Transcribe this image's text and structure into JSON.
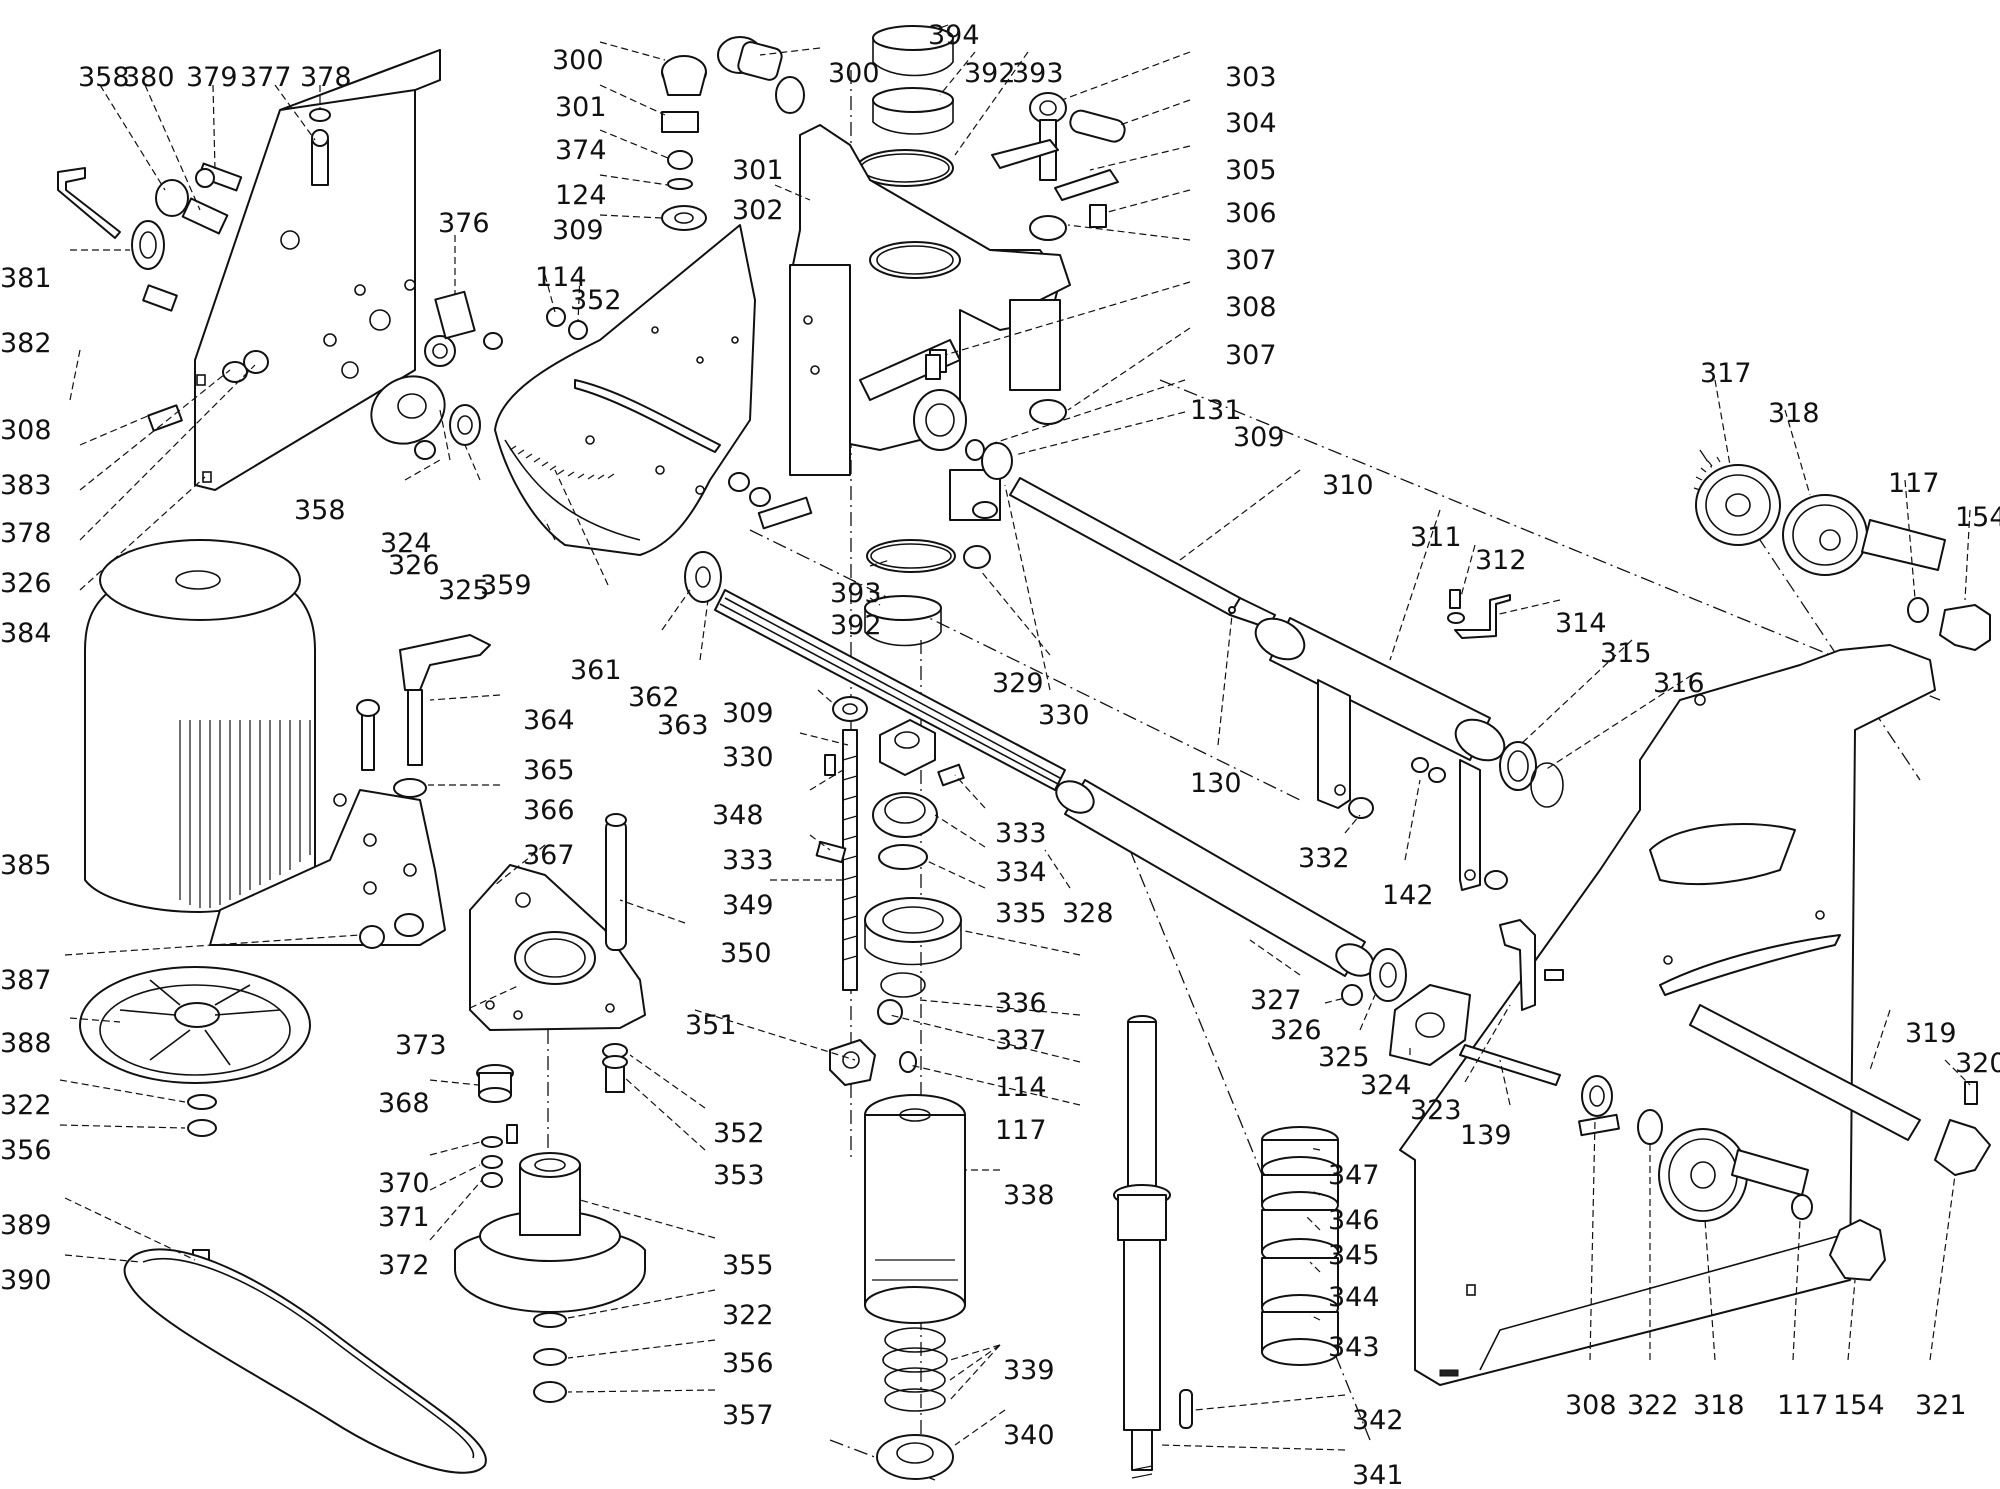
{
  "diagram": {
    "description_visible": false,
    "labels": [
      {
        "id": "l358a",
        "text": "358"
      },
      {
        "id": "l380",
        "text": "380"
      },
      {
        "id": "l379",
        "text": "379"
      },
      {
        "id": "l377",
        "text": "377"
      },
      {
        "id": "l378a",
        "text": "378"
      },
      {
        "id": "l381",
        "text": "381"
      },
      {
        "id": "l382",
        "text": "382"
      },
      {
        "id": "l308a",
        "text": "308"
      },
      {
        "id": "l383",
        "text": "383"
      },
      {
        "id": "l378b",
        "text": "378"
      },
      {
        "id": "l326a",
        "text": "326"
      },
      {
        "id": "l384",
        "text": "384"
      },
      {
        "id": "l376",
        "text": "376"
      },
      {
        "id": "l114a",
        "text": "114"
      },
      {
        "id": "l352a",
        "text": "352"
      },
      {
        "id": "l358b",
        "text": "358"
      },
      {
        "id": "l324a",
        "text": "324"
      },
      {
        "id": "l326b",
        "text": "326"
      },
      {
        "id": "l325a",
        "text": "325"
      },
      {
        "id": "l359",
        "text": "359"
      },
      {
        "id": "l300a",
        "text": "300"
      },
      {
        "id": "l300b",
        "text": "300"
      },
      {
        "id": "l301a",
        "text": "301"
      },
      {
        "id": "l301b",
        "text": "301"
      },
      {
        "id": "l374",
        "text": "374"
      },
      {
        "id": "l124",
        "text": "124"
      },
      {
        "id": "l309a",
        "text": "309"
      },
      {
        "id": "l302",
        "text": "302"
      },
      {
        "id": "l394",
        "text": "394"
      },
      {
        "id": "l392a",
        "text": "392"
      },
      {
        "id": "l393a",
        "text": "393"
      },
      {
        "id": "l303",
        "text": "303"
      },
      {
        "id": "l304",
        "text": "304"
      },
      {
        "id": "l305",
        "text": "305"
      },
      {
        "id": "l306",
        "text": "306"
      },
      {
        "id": "l307a",
        "text": "307"
      },
      {
        "id": "l308b",
        "text": "308"
      },
      {
        "id": "l307b",
        "text": "307"
      },
      {
        "id": "l131",
        "text": "131"
      },
      {
        "id": "l309b",
        "text": "309"
      },
      {
        "id": "l310",
        "text": "310"
      },
      {
        "id": "l393b",
        "text": "393"
      },
      {
        "id": "l392b",
        "text": "392"
      },
      {
        "id": "l329",
        "text": "329"
      },
      {
        "id": "l330a",
        "text": "330"
      },
      {
        "id": "l361",
        "text": "361"
      },
      {
        "id": "l362",
        "text": "362"
      },
      {
        "id": "l363",
        "text": "363"
      },
      {
        "id": "l130",
        "text": "130"
      },
      {
        "id": "l311",
        "text": "311"
      },
      {
        "id": "l312",
        "text": "312"
      },
      {
        "id": "l314",
        "text": "314"
      },
      {
        "id": "l315",
        "text": "315"
      },
      {
        "id": "l316",
        "text": "316"
      },
      {
        "id": "l317",
        "text": "317"
      },
      {
        "id": "l318a",
        "text": "318"
      },
      {
        "id": "l117a",
        "text": "117"
      },
      {
        "id": "l154a",
        "text": "154"
      },
      {
        "id": "l385",
        "text": "385"
      },
      {
        "id": "l364",
        "text": "364"
      },
      {
        "id": "l365",
        "text": "365"
      },
      {
        "id": "l366",
        "text": "366"
      },
      {
        "id": "l367",
        "text": "367"
      },
      {
        "id": "l387",
        "text": "387"
      },
      {
        "id": "l388",
        "text": "388"
      },
      {
        "id": "l322a",
        "text": "322"
      },
      {
        "id": "l356a",
        "text": "356"
      },
      {
        "id": "l389",
        "text": "389"
      },
      {
        "id": "l390",
        "text": "390"
      },
      {
        "id": "l309c",
        "text": "309"
      },
      {
        "id": "l330b",
        "text": "330"
      },
      {
        "id": "l348",
        "text": "348"
      },
      {
        "id": "l333a",
        "text": "333"
      },
      {
        "id": "l333b",
        "text": "333"
      },
      {
        "id": "l334",
        "text": "334"
      },
      {
        "id": "l335",
        "text": "335"
      },
      {
        "id": "l349",
        "text": "349"
      },
      {
        "id": "l350",
        "text": "350"
      },
      {
        "id": "l328",
        "text": "328"
      },
      {
        "id": "l336",
        "text": "336"
      },
      {
        "id": "l337",
        "text": "337"
      },
      {
        "id": "l351",
        "text": "351"
      },
      {
        "id": "l373",
        "text": "373"
      },
      {
        "id": "l114b",
        "text": "114"
      },
      {
        "id": "l117b",
        "text": "117"
      },
      {
        "id": "l352b",
        "text": "352"
      },
      {
        "id": "l353",
        "text": "353"
      },
      {
        "id": "l368",
        "text": "368"
      },
      {
        "id": "l338",
        "text": "338"
      },
      {
        "id": "l370",
        "text": "370"
      },
      {
        "id": "l371",
        "text": "371"
      },
      {
        "id": "l372",
        "text": "372"
      },
      {
        "id": "l355",
        "text": "355"
      },
      {
        "id": "l322b",
        "text": "322"
      },
      {
        "id": "l356b",
        "text": "356"
      },
      {
        "id": "l357",
        "text": "357"
      },
      {
        "id": "l339",
        "text": "339"
      },
      {
        "id": "l340",
        "text": "340"
      },
      {
        "id": "l342",
        "text": "342"
      },
      {
        "id": "l341",
        "text": "341"
      },
      {
        "id": "l347",
        "text": "347"
      },
      {
        "id": "l346",
        "text": "346"
      },
      {
        "id": "l345",
        "text": "345"
      },
      {
        "id": "l344",
        "text": "344"
      },
      {
        "id": "l343",
        "text": "343"
      },
      {
        "id": "l332",
        "text": "332"
      },
      {
        "id": "l142",
        "text": "142"
      },
      {
        "id": "l327",
        "text": "327"
      },
      {
        "id": "l326c",
        "text": "326"
      },
      {
        "id": "l325b",
        "text": "325"
      },
      {
        "id": "l324b",
        "text": "324"
      },
      {
        "id": "l323",
        "text": "323"
      },
      {
        "id": "l139",
        "text": "139"
      },
      {
        "id": "l319",
        "text": "319"
      },
      {
        "id": "l320",
        "text": "320"
      },
      {
        "id": "l308c",
        "text": "308"
      },
      {
        "id": "l322c",
        "text": "322"
      },
      {
        "id": "l318b",
        "text": "318"
      },
      {
        "id": "l117c",
        "text": "117"
      },
      {
        "id": "l154b",
        "text": "154"
      },
      {
        "id": "l321",
        "text": "321"
      }
    ]
  }
}
